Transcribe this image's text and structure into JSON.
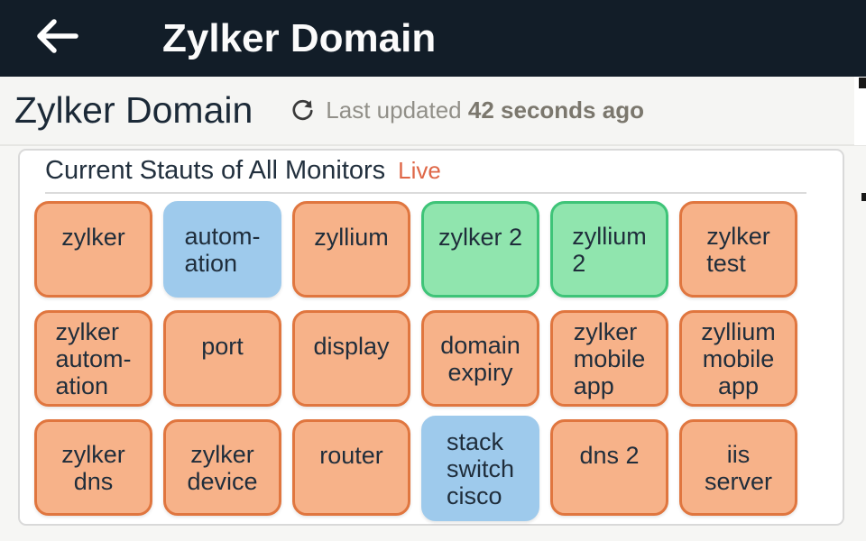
{
  "app_bar": {
    "back_icon": "arrow-left",
    "title": "Zylker Domain"
  },
  "page_header": {
    "title": "Zylker Domain",
    "refresh_icon": "refresh",
    "last_updated_label": "Last updated",
    "last_updated_value": "42 seconds ago"
  },
  "monitors_card": {
    "title": "Current Stauts of All Monitors",
    "live_badge": "Live",
    "tiles": [
      {
        "label": "zylker",
        "color": "orange",
        "align": "center"
      },
      {
        "label": "autom-\nation",
        "color": "blue",
        "align": "left"
      },
      {
        "label": "zyllium",
        "color": "orange",
        "align": "center"
      },
      {
        "label": "zylker 2",
        "color": "green",
        "align": "center"
      },
      {
        "label": "zyllium\n2",
        "color": "green",
        "align": "left"
      },
      {
        "label": "zylker\ntest",
        "color": "orange",
        "align": "left"
      },
      {
        "label": "zylker\nautom-\nation",
        "color": "orange",
        "align": "left"
      },
      {
        "label": "port",
        "color": "orange",
        "align": "center"
      },
      {
        "label": "display",
        "color": "orange",
        "align": "center"
      },
      {
        "label": "domain\nexpiry",
        "color": "orange",
        "align": "center"
      },
      {
        "label": "zylker\nmobile\napp",
        "color": "orange",
        "align": "left"
      },
      {
        "label": "zyllium\nmobile\napp",
        "color": "orange",
        "align": "center"
      },
      {
        "label": "zylker\ndns",
        "color": "orange",
        "align": "center"
      },
      {
        "label": "zylker\ndevice",
        "color": "orange",
        "align": "center"
      },
      {
        "label": "router",
        "color": "orange",
        "align": "center"
      },
      {
        "label": "stack\nswitch\ncisco",
        "color": "blue",
        "align": "left",
        "tall": true
      },
      {
        "label": "dns 2",
        "color": "orange",
        "align": "center"
      },
      {
        "label": "iis\nserver",
        "color": "orange",
        "align": "center"
      }
    ]
  },
  "colors": {
    "app_bar_bg": "#121d28",
    "status_orange_bg": "#f7b289",
    "status_orange_border": "#e0763f",
    "status_green_bg": "#90e5ae",
    "status_green_border": "#3ec478",
    "status_blue_bg": "#9ecaec",
    "status_blue_border": "#9ecaec",
    "live_badge_color": "#df6747",
    "tile_text": "#1f2d3b"
  }
}
